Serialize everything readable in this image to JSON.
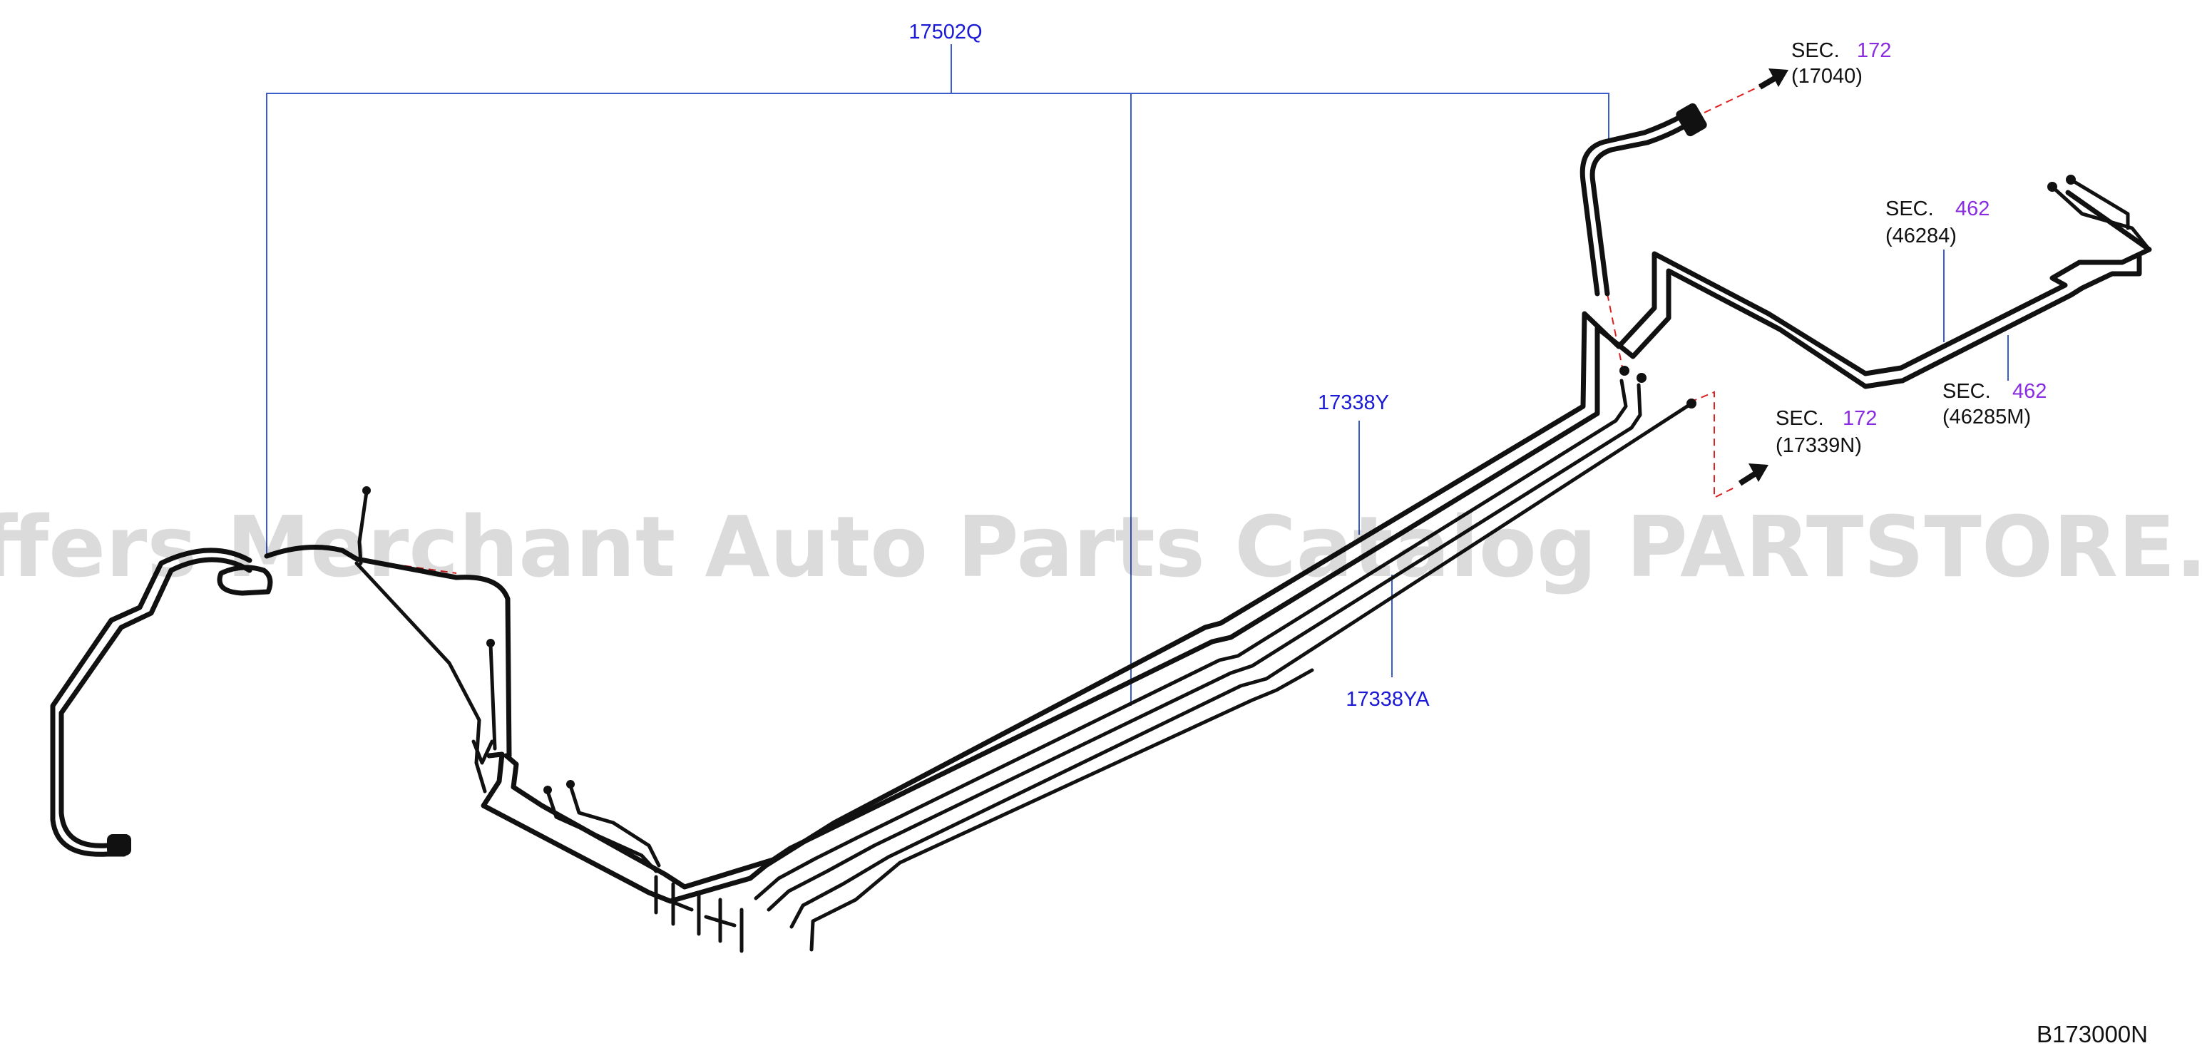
{
  "watermark": "Offers Merchant Auto Parts Catalog PARTSTORE.SA",
  "diagram_code": "B173000N",
  "callouts": {
    "main_tube": "17502Q",
    "tube_y": "17338Y",
    "tube_ya": "17338YA"
  },
  "section_refs": [
    {
      "prefix": "SEC.",
      "number": "172",
      "part": "(17040)"
    },
    {
      "prefix": "SEC.",
      "number": "462",
      "part": "(46284)"
    },
    {
      "prefix": "SEC.",
      "number": "462",
      "part": "(46285M)"
    },
    {
      "prefix": "SEC.",
      "number": "172",
      "part": "(17339N)"
    }
  ],
  "colors": {
    "callout_text": "#1a1ad6",
    "section_number": "#8a2be2",
    "leader_line": "#3a5ccc",
    "reference_dash": "#e02020"
  }
}
